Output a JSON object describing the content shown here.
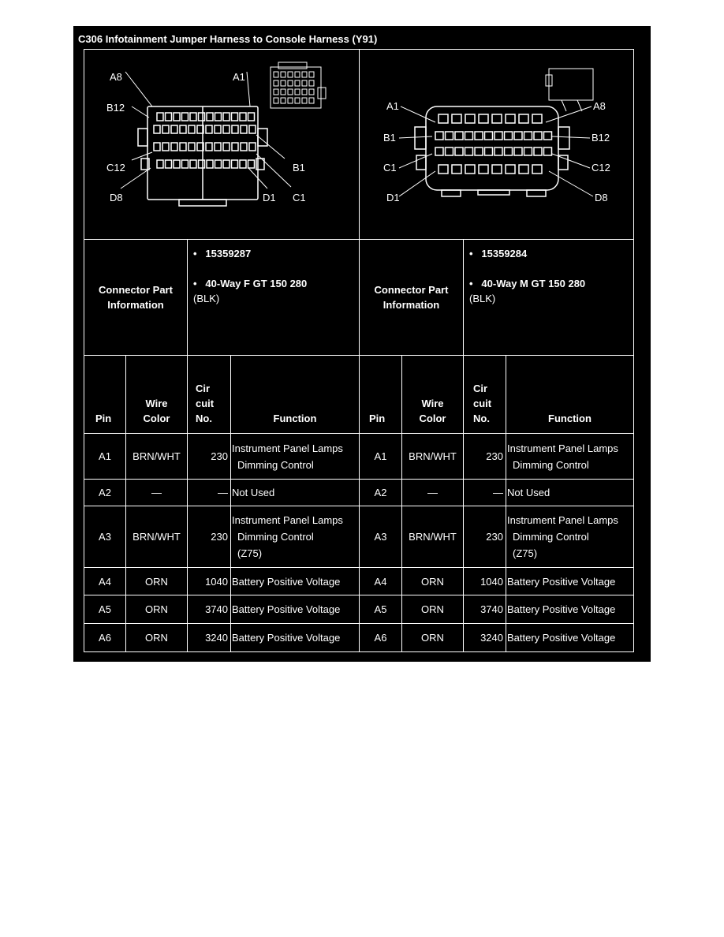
{
  "title": "C306 Infotainment Jumper Harness to Console Harness (Y91)",
  "left_connector": {
    "labels": {
      "a8": "A8",
      "a1": "A1",
      "b12": "B12",
      "b1": "B1",
      "c12": "C12",
      "c1": "C1",
      "d8": "D8",
      "d1": "D1"
    },
    "part_label_line1": "Connector Part",
    "part_label_line2": "Information",
    "part_number": "15359287",
    "description_line1": "40-Way F GT 150 280",
    "description_line2": "(BLK)"
  },
  "right_connector": {
    "labels": {
      "a1": "A1",
      "a8": "A8",
      "b1": "B1",
      "b12": "B12",
      "c1": "C1",
      "c12": "C12",
      "d1": "D1",
      "d8": "D8"
    },
    "part_label_line1": "Connector Part",
    "part_label_line2": "Information",
    "part_number": "15359284",
    "description_line1": "40-Way M GT 150 280",
    "description_line2": "(BLK)"
  },
  "bullet": "•",
  "headers": {
    "pin": "Pin",
    "wire_line1": "Wire",
    "wire_line2": "Color",
    "circuit_line1": "Cir",
    "circuit_line2": "cuit",
    "circuit_line3": "No.",
    "function": "Function"
  },
  "rows": [
    {
      "pin": "A1",
      "color": "BRN/WHT",
      "circuit": "230",
      "func_line1": "Instrument Panel Lamps",
      "func_line2": "Dimming Control",
      "func_line3": ""
    },
    {
      "pin": "A2",
      "color": "—",
      "circuit": "—",
      "func_line1": "Not Used",
      "func_line2": "",
      "func_line3": ""
    },
    {
      "pin": "A3",
      "color": "BRN/WHT",
      "circuit": "230",
      "func_line1": "Instrument Panel Lamps",
      "func_line2": "Dimming Control",
      "func_line3": "(Z75)"
    },
    {
      "pin": "A4",
      "color": "ORN",
      "circuit": "1040",
      "func_line1": "Battery Positive Voltage",
      "func_line2": "",
      "func_line3": ""
    },
    {
      "pin": "A5",
      "color": "ORN",
      "circuit": "3740",
      "func_line1": "Battery Positive Voltage",
      "func_line2": "",
      "func_line3": ""
    },
    {
      "pin": "A6",
      "color": "ORN",
      "circuit": "3240",
      "func_line1": "Battery Positive Voltage",
      "func_line2": "",
      "func_line3": ""
    }
  ]
}
